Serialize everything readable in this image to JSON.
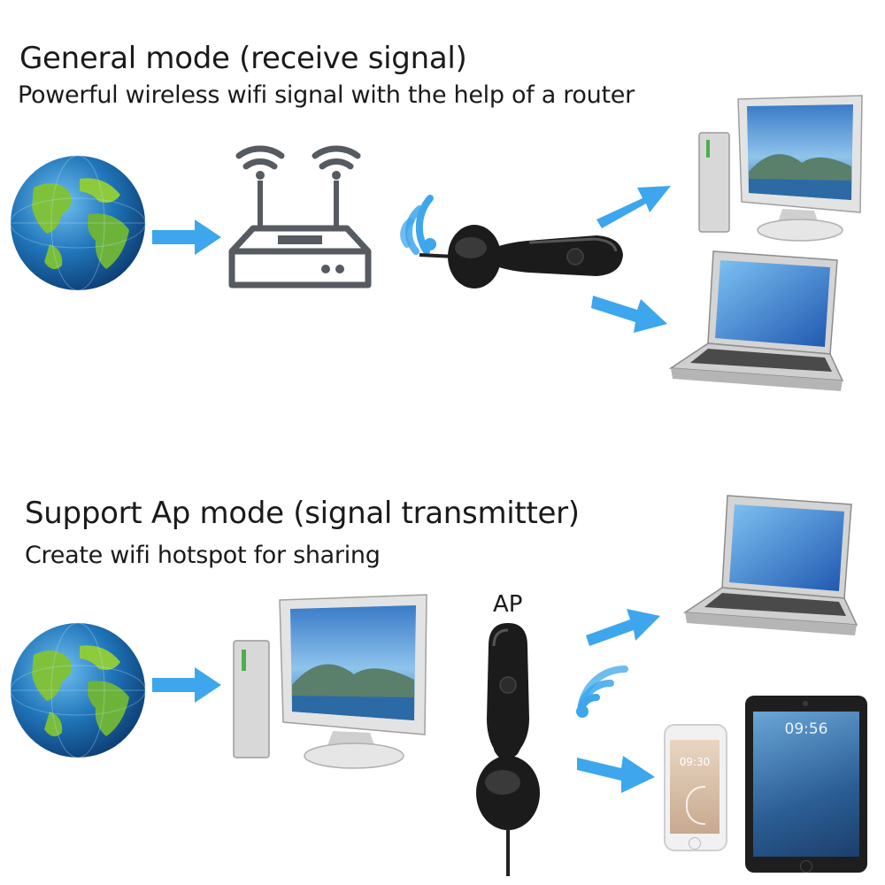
{
  "sections": {
    "general": {
      "title": "General mode (receive signal)",
      "subtitle": "Powerful wireless wifi signal with the help of a router"
    },
    "ap": {
      "title": "Support Ap mode (signal transmitter)",
      "subtitle": "Create wifi hotspot for sharing",
      "device_label": "AP"
    }
  },
  "devices": {
    "tablet_clock": "09:56",
    "phone_clock": "09:30"
  },
  "colors": {
    "arrow": "#3da6ec",
    "wifi_blue": "#3da6ec",
    "router_gray": "#555b60",
    "adapter_black": "#1b1b1b"
  }
}
